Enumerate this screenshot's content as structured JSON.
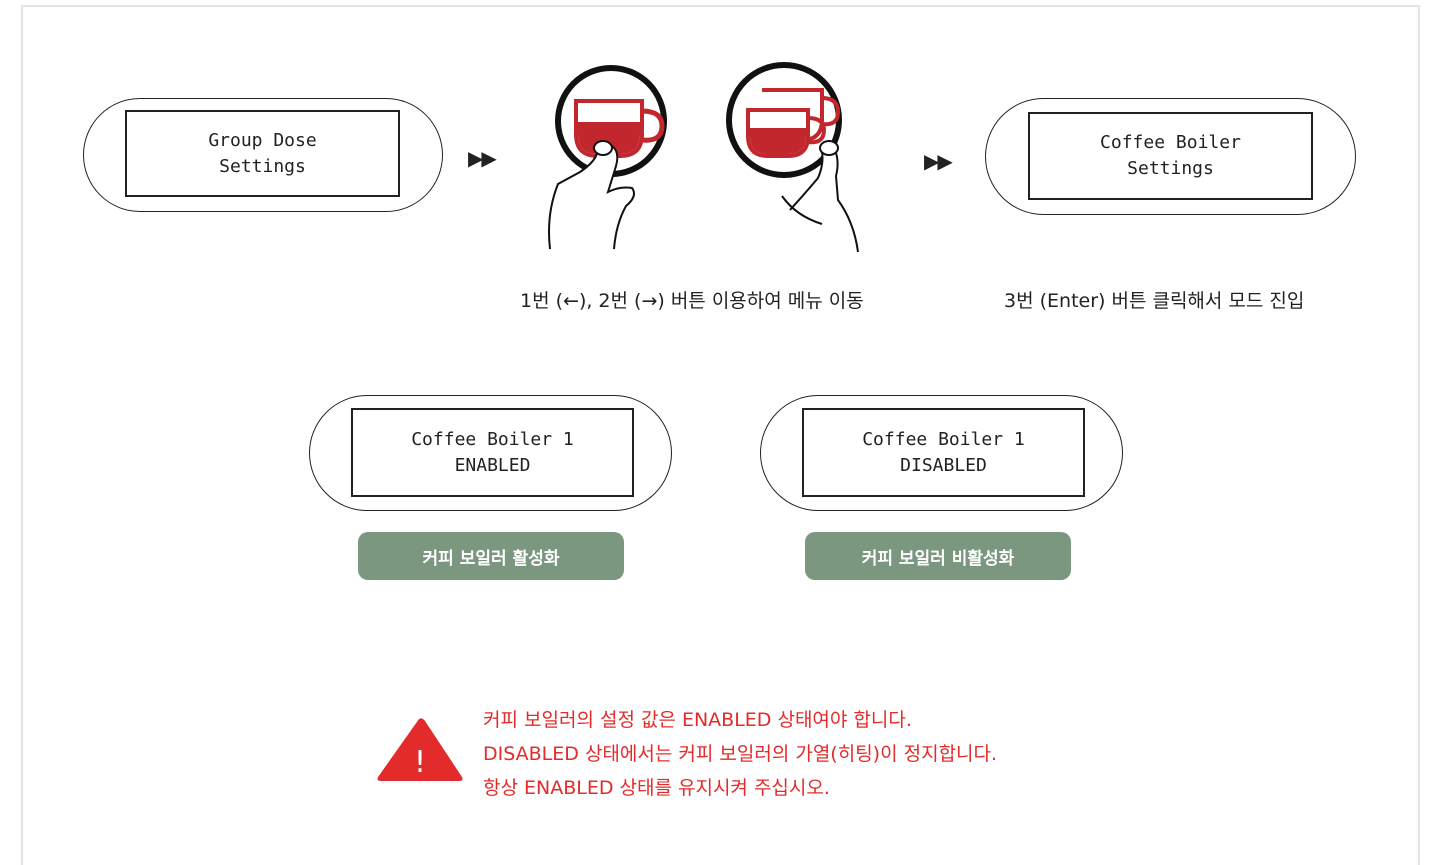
{
  "step1": {
    "line1": "Group Dose",
    "line2": "Settings"
  },
  "step2": {
    "line1": "Coffee Boiler",
    "line2": "Settings"
  },
  "arrow_glyph": "▶▶",
  "captions": {
    "nav": "1번 (←), 2번 (→) 버튼 이용하여 메뉴 이동",
    "enter": "3번 (Enter) 버튼 클릭해서 모드 진입"
  },
  "enabled": {
    "line1": "Coffee Boiler 1",
    "line2": "ENABLED",
    "label": "커피 보일러 활성화"
  },
  "disabled": {
    "line1": "Coffee Boiler 1",
    "line2": "DISABLED",
    "label": "커피 보일러 비활성화"
  },
  "warning": {
    "icon_mark": "!",
    "lines": [
      "커피 보일러의 설정 값은 ENABLED 상태여야 합니다.",
      "DISABLED 상태에서는 커피 보일러의 가열(히팅)이 정지합니다.",
      "항상 ENABLED 상태를 유지시켜 주십시오."
    ]
  },
  "colors": {
    "warning": "#e32b2b",
    "pill": "#7b9780",
    "cup": "#c1272d"
  },
  "icons": [
    "single-cup-button-icon",
    "double-cup-button-icon",
    "warning-triangle-icon"
  ]
}
